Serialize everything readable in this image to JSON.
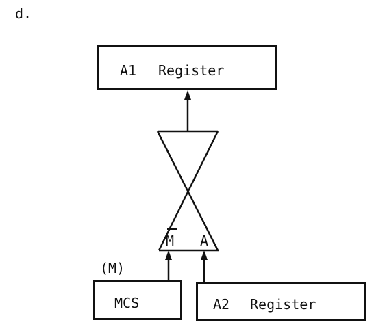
{
  "figure_label": "d.",
  "a1_register": {
    "name": "A1",
    "label": "Register"
  },
  "mux": {
    "input_m_bar": "M",
    "input_a": "A"
  },
  "mcs": {
    "signal": "(M)",
    "label": "MCS"
  },
  "a2_register": {
    "name": "A2",
    "label": "Register"
  }
}
